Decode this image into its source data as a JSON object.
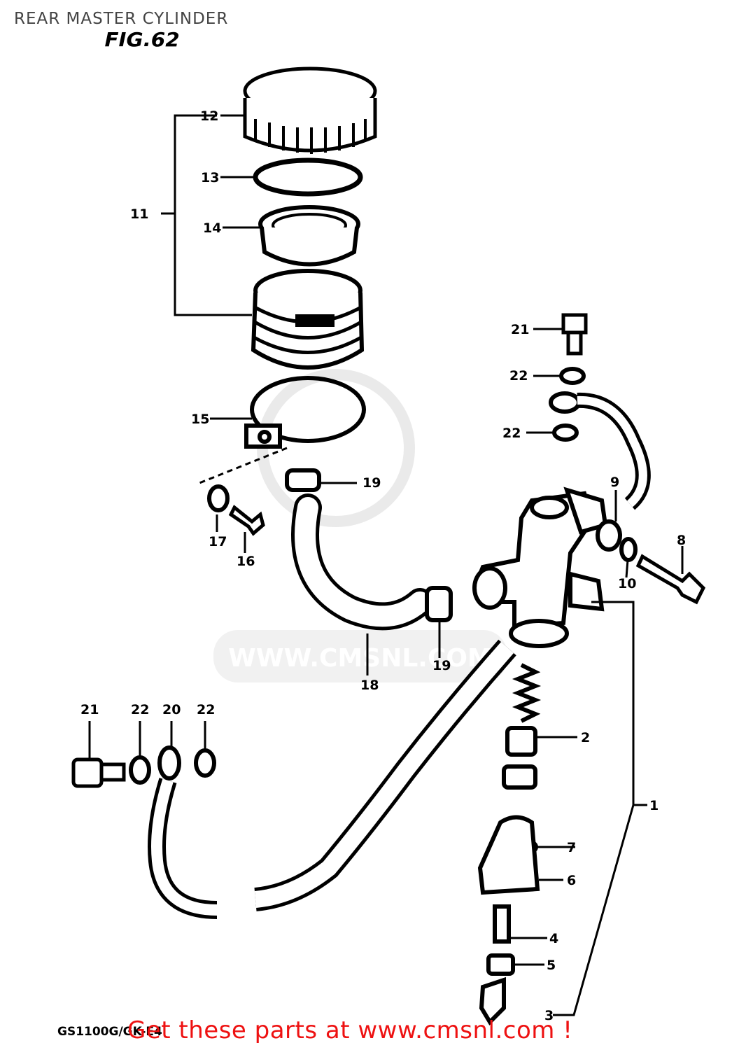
{
  "page_title": "REAR MASTER CYLINDER",
  "figure_label": "FIG.62",
  "watermark": "WWW.CMSNL.COM",
  "diagram_reference": "GS1100G/GK-E4",
  "promo_link": "Get these parts at www.cmsnl.com !",
  "callouts": {
    "c1": "1",
    "c2": "2",
    "c3": "3",
    "c4": "4",
    "c5": "5",
    "c6": "6",
    "c7": "7",
    "c8": "8",
    "c9": "9",
    "c10": "10",
    "c11": "11",
    "c12": "12",
    "c13": "13",
    "c14": "14",
    "c15": "15",
    "c16": "16",
    "c17": "17",
    "c18": "18",
    "c19a": "19",
    "c19b": "19",
    "c20": "20",
    "c21a": "21",
    "c21b": "21",
    "c22a": "22",
    "c22b": "22",
    "c22c": "22",
    "c22d": "22"
  },
  "colors": {
    "ink": "#000000",
    "promo": "#ee1111",
    "watermark": "#d8d8d8",
    "title": "#444444"
  }
}
